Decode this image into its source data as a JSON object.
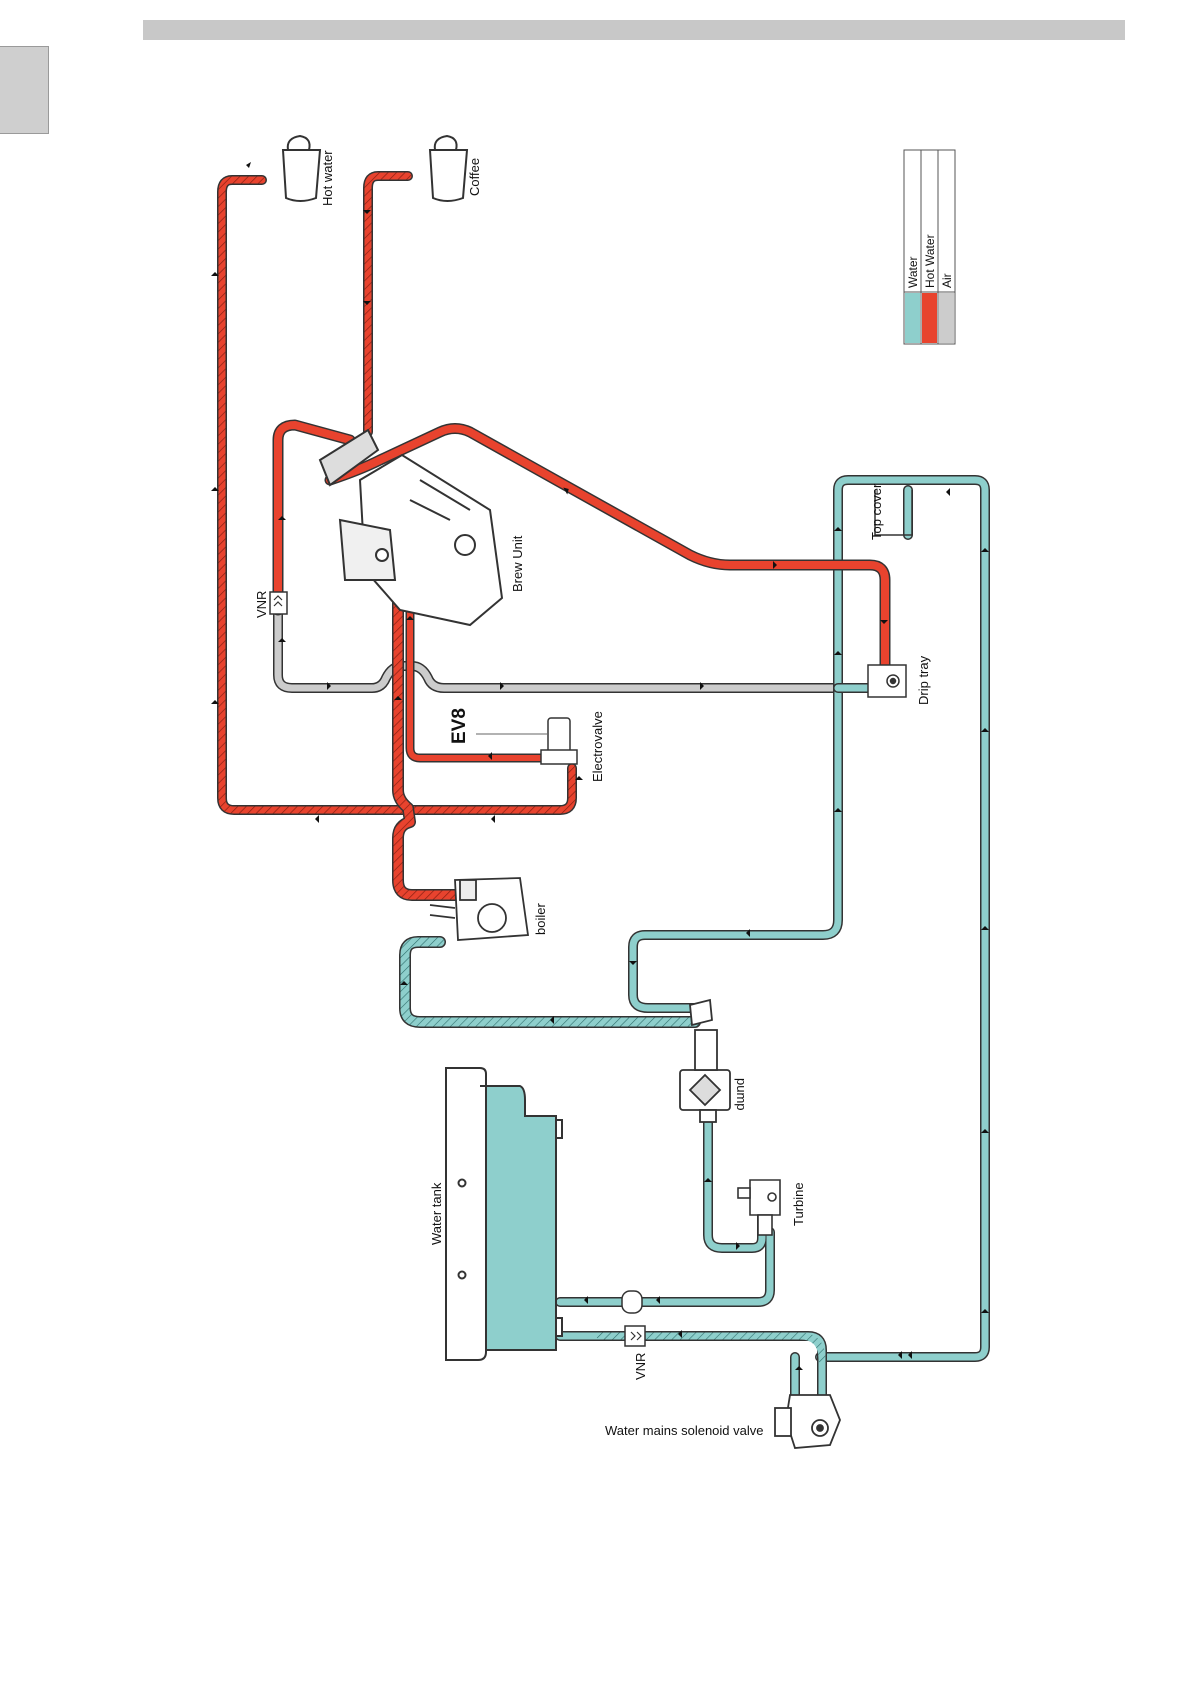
{
  "colors": {
    "water": "#8ecfcc",
    "hot_water": "#e8432e",
    "air": "#cccccc",
    "outline": "#3a3a3a"
  },
  "legend": {
    "items": [
      {
        "label": "Water",
        "color": "#8ecfcc"
      },
      {
        "label": "Hot Water",
        "color": "#e8432e"
      },
      {
        "label": "Air",
        "color": "#cccccc"
      }
    ]
  },
  "labels": {
    "hot_water": "Hot water",
    "coffee": "Coffee",
    "vnr_top": "VNR",
    "brew_unit": "Brew Unit",
    "top_cover": "Top cover",
    "drip_tray": "Drip tray",
    "ev8": "EV8",
    "electrovalve": "Electrovalve",
    "boiler": "boiler",
    "pump": "pump",
    "water_tank": "Water tank",
    "turbine": "Turbine",
    "vnr_bottom": "VNR",
    "water_mains": "Water mains solenoid valve"
  },
  "icons": [
    "cup-icon",
    "brew-unit-icon",
    "boiler-icon",
    "pump-icon",
    "turbine-icon",
    "water-tank-icon",
    "solenoid-valve-icon",
    "electrovalve-icon",
    "check-valve-icon"
  ]
}
